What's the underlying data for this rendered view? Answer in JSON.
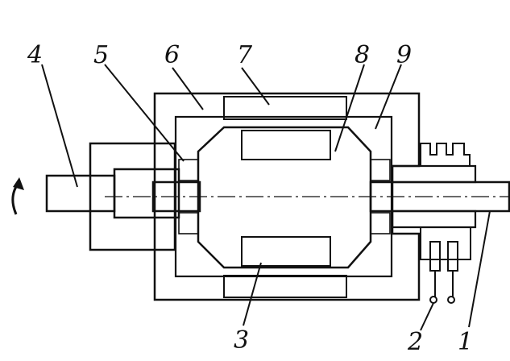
{
  "diagram": {
    "kind": "technical cross-section drawing",
    "callouts": [
      {
        "id": "c1",
        "label": "1"
      },
      {
        "id": "c2",
        "label": "2"
      },
      {
        "id": "c3",
        "label": "3"
      },
      {
        "id": "c4",
        "label": "4"
      },
      {
        "id": "c5",
        "label": "5"
      },
      {
        "id": "c6",
        "label": "6"
      },
      {
        "id": "c7",
        "label": "7"
      },
      {
        "id": "c8",
        "label": "8"
      },
      {
        "id": "c9",
        "label": "9"
      }
    ],
    "colors": {
      "ink": "#111111",
      "paper": "#ffffff"
    }
  }
}
